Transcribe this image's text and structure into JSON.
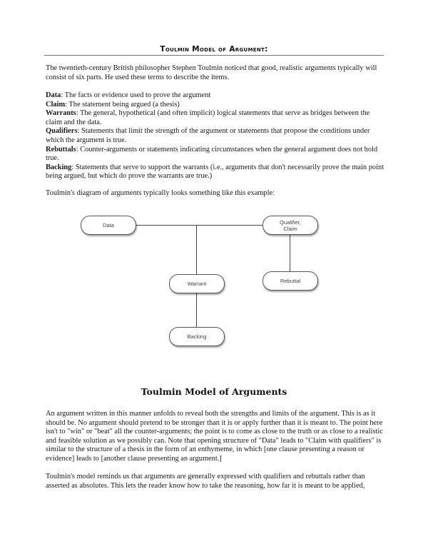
{
  "header": {
    "title": "Toulmin Model of Argument:"
  },
  "intro": {
    "text": "The twentieth-century British philosopher Stephen Toulmin noticed that good, realistic arguments typically will consist of six parts. He used these terms to describe the items."
  },
  "terms": [
    {
      "term": "Data",
      "definition": ": The facts or evidence used to prove the argument"
    },
    {
      "term": "Claim",
      "definition": ": The statement being argued (a thesis)"
    },
    {
      "term": "Warrants",
      "definition": ": The general, hypothetical (and often implicit) logical statements that serve as bridges between the claim and the data."
    },
    {
      "term": "Qualifiers",
      "definition": ": Statements that limit the strength of the argument or statements that propose the conditions under which the argument is true."
    },
    {
      "term": "Rebuttals",
      "definition": ": Counter-arguments or statements indicating circumstances when the general argument does not hold true."
    },
    {
      "term": "Backing",
      "definition": ": Statements that serve to support the warrants (i.e., arguments that don't necessarily prove the main point being argued, but which do prove the warrants are true.)"
    }
  ],
  "diagram": {
    "caption": "Toulmin's diagram of arguments typically looks something like this example:",
    "nodes": {
      "data": "Data",
      "qualifier_claim_line1": "Qualifier,",
      "qualifier_claim_line2": "Claim",
      "warrant": "Warrant",
      "rebuttal": "Rebuttal",
      "backing": "Backing"
    }
  },
  "section": {
    "title": "Toulmin Model of Arguments",
    "paragraphs": [
      "An argument written in this manner unfolds to reveal both the strengths and limits of the argument. This is as it should be. No argument should pretend to be stronger than it is or apply further than it is meant to. The point here isn't to \"win\" or \"beat\" all the counter-arguments; the point is to come as close to the truth or as close to a realistic and feasible solution as we possibly can. Note that opening structure of \"Data\" leads to \"Claim with qualifiers\" is similar to the structure of a thesis in the form of an enthymeme, in which [one clause presenting a reason or evidence] leads to [another clause presenting an argument.]",
      "Toulmin's model reminds us that arguments are generally expressed with qualifiers and rebuttals rather than asserted as absolutes. This lets the reader know how to take the reasoning, how far it is meant to be applied,"
    ]
  }
}
